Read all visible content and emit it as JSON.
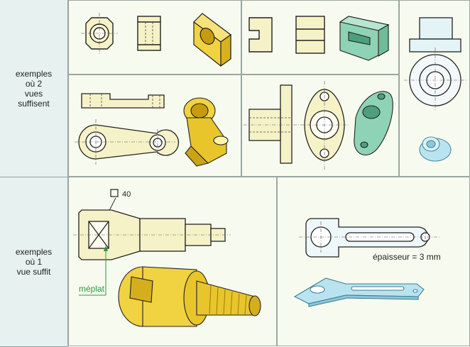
{
  "rows": {
    "two_views": {
      "lines": [
        "exemples",
        "où 2",
        "vues",
        "suffisent"
      ]
    },
    "one_view": {
      "lines": [
        "exemples",
        "où 1",
        "vue suffit"
      ]
    }
  },
  "annotations": {
    "square_size": "40",
    "meplat": "méplat",
    "thickness": "épaisseur = 3 mm"
  },
  "colors": {
    "label_bg": "#e6f1f0",
    "panel_bg": "#f7fbef",
    "outline": "#222222",
    "part_yellow": "#f1d240",
    "part_green": "#8fd3b6",
    "part_blue": "#b9e4ef",
    "annotation_green": "#2a9a3c"
  }
}
